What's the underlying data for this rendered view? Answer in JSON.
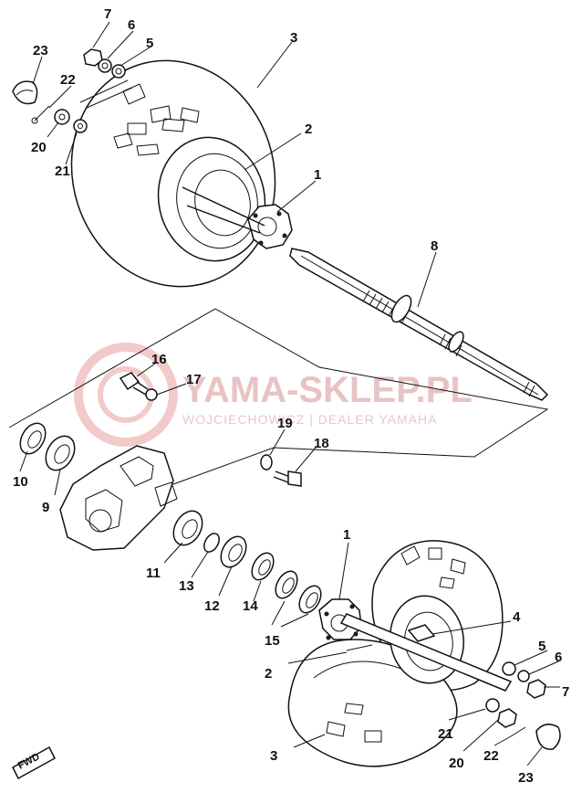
{
  "watermark": {
    "title": "YAMA-SKLEP.PL",
    "subtitle": "WOJCIECHOWICZ | DEALER YAMAHA"
  },
  "fwd_label": "FWD",
  "callouts": {
    "c1_top": "1",
    "c2_top": "2",
    "c3_top": "3",
    "c5_top": "5",
    "c6_top": "6",
    "c7_top": "7",
    "c8": "8",
    "c9": "9",
    "c10": "10",
    "c11": "11",
    "c12": "12",
    "c13": "13",
    "c14": "14",
    "c15": "15",
    "c16": "16",
    "c17": "17",
    "c18": "18",
    "c19": "19",
    "c20_top": "20",
    "c21_top": "21",
    "c22_top": "22",
    "c23_top": "23",
    "c1_bot": "1",
    "c2_bot": "2",
    "c3_bot": "3",
    "c4": "4",
    "c5_bot": "5",
    "c6_bot": "6",
    "c7_bot": "7",
    "c20_bot": "20",
    "c21_bot": "21",
    "c22_bot": "22",
    "c23_bot": "23"
  }
}
